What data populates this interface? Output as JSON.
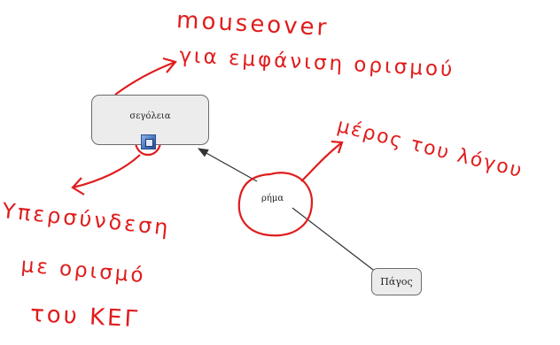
{
  "diagram": {
    "concept_main": {
      "label": "σεγόλεια"
    },
    "concept_small": {
      "label": "Πάγος"
    },
    "relationship": {
      "label": "ρήμα"
    },
    "link_icon": "link-document-icon"
  },
  "annotations": {
    "top_line1": "mouseover",
    "top_line2": "για εμφάνιση ορισμού",
    "right": "μέρος του λόγου",
    "left_line1": "Υπερσύνδεση",
    "left_line2": "με ορισμό",
    "left_line3": "του ΚΕΓ"
  },
  "colors": {
    "ink": "#e01c1c",
    "node_fill": "#ececec",
    "node_border": "#6b6b6b",
    "connector": "#333333"
  }
}
